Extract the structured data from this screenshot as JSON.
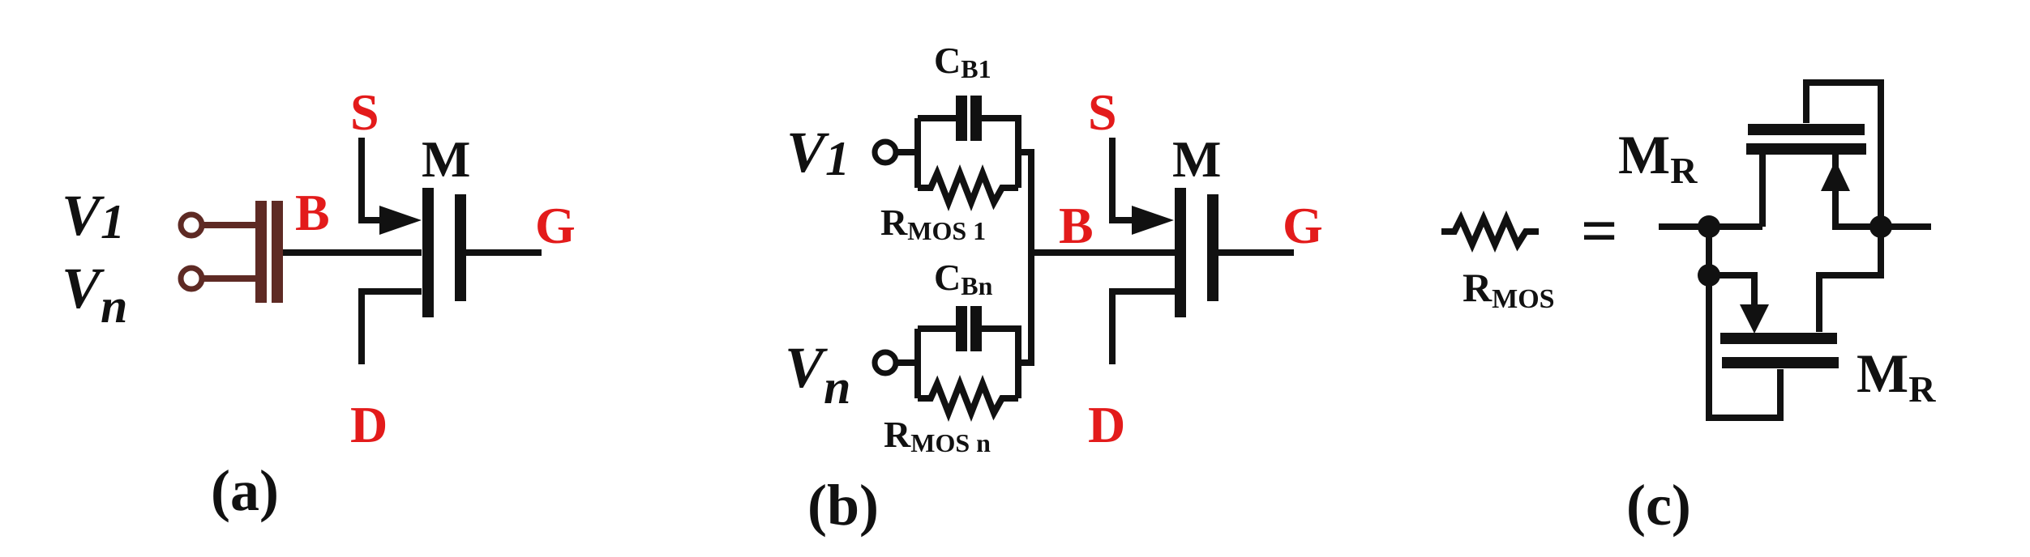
{
  "colors": {
    "terminal_label": "#e31b1b",
    "wire": "#111111",
    "input_terminal": "#5e2a24"
  },
  "panel_a": {
    "caption": "(a)",
    "source": "S",
    "drain": "D",
    "gate": "G",
    "body": "B",
    "transistor": "M",
    "input1": {
      "main": "V",
      "sub": "1"
    },
    "input_n": {
      "main": "V",
      "sub": "n"
    }
  },
  "panel_b": {
    "caption": "(b)",
    "source": "S",
    "drain": "D",
    "gate": "G",
    "body": "B",
    "transistor": "M",
    "input1": {
      "main": "V",
      "sub": "1"
    },
    "input_n": {
      "main": "V",
      "sub": "n"
    },
    "cap1": {
      "main": "C",
      "sub": "B1"
    },
    "capn": {
      "main": "C",
      "sub": "Bn"
    },
    "res1": {
      "main": "R",
      "sub": "MOS 1"
    },
    "resn": {
      "main": "R",
      "sub": "MOS n"
    }
  },
  "panel_c": {
    "caption": "(c)",
    "resistor": {
      "main": "R",
      "sub": "MOS"
    },
    "equals": "=",
    "mr_top": {
      "main": "M",
      "sub": "R"
    },
    "mr_bottom": {
      "main": "M",
      "sub": "R"
    }
  }
}
